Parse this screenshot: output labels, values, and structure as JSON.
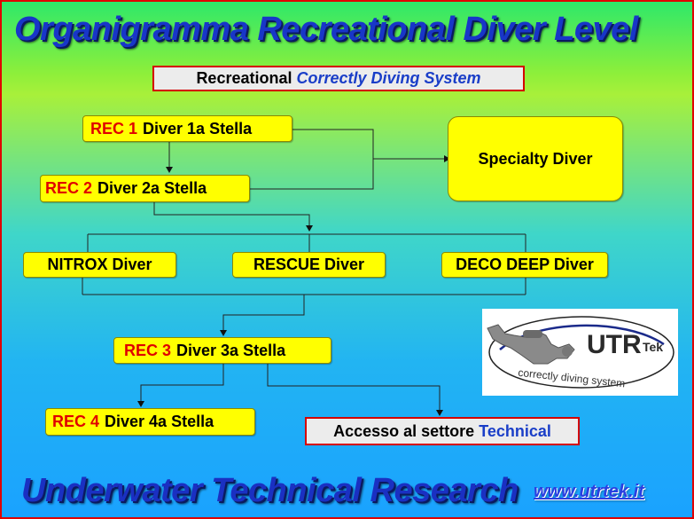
{
  "title": "Organigramma Recreational Diver Level",
  "subtitle": {
    "part1": "Recreational",
    "part2": "Correctly Diving System"
  },
  "nodes": {
    "rec1": {
      "code": "REC 1",
      "label": "Diver  1a Stella"
    },
    "rec2": {
      "code": "REC 2",
      "label": "Diver  2a Stella"
    },
    "specialty": {
      "label": "Specialty Diver"
    },
    "nitrox": {
      "label": "NITROX Diver"
    },
    "rescue": {
      "label": "RESCUE Diver"
    },
    "deco": {
      "label": "DECO DEEP Diver"
    },
    "rec3": {
      "code": "REC 3",
      "label": "Diver   3a Stella"
    },
    "rec4": {
      "code": "REC 4",
      "label": "Diver   4a Stella"
    }
  },
  "access": {
    "part1": "Accesso al settore",
    "part2": "Technical"
  },
  "logo": {
    "brand_main": "UTR",
    "brand_suffix": "Tek",
    "tagline": "correctly diving system",
    "icon": "diver-icon"
  },
  "footer": {
    "title": "Underwater Technical Research",
    "url": "www.utrtek.it"
  },
  "colors": {
    "node_fill": "#ffff00",
    "code_red": "#e00000",
    "title_blue": "#1836c8",
    "border_red": "#d40000"
  }
}
